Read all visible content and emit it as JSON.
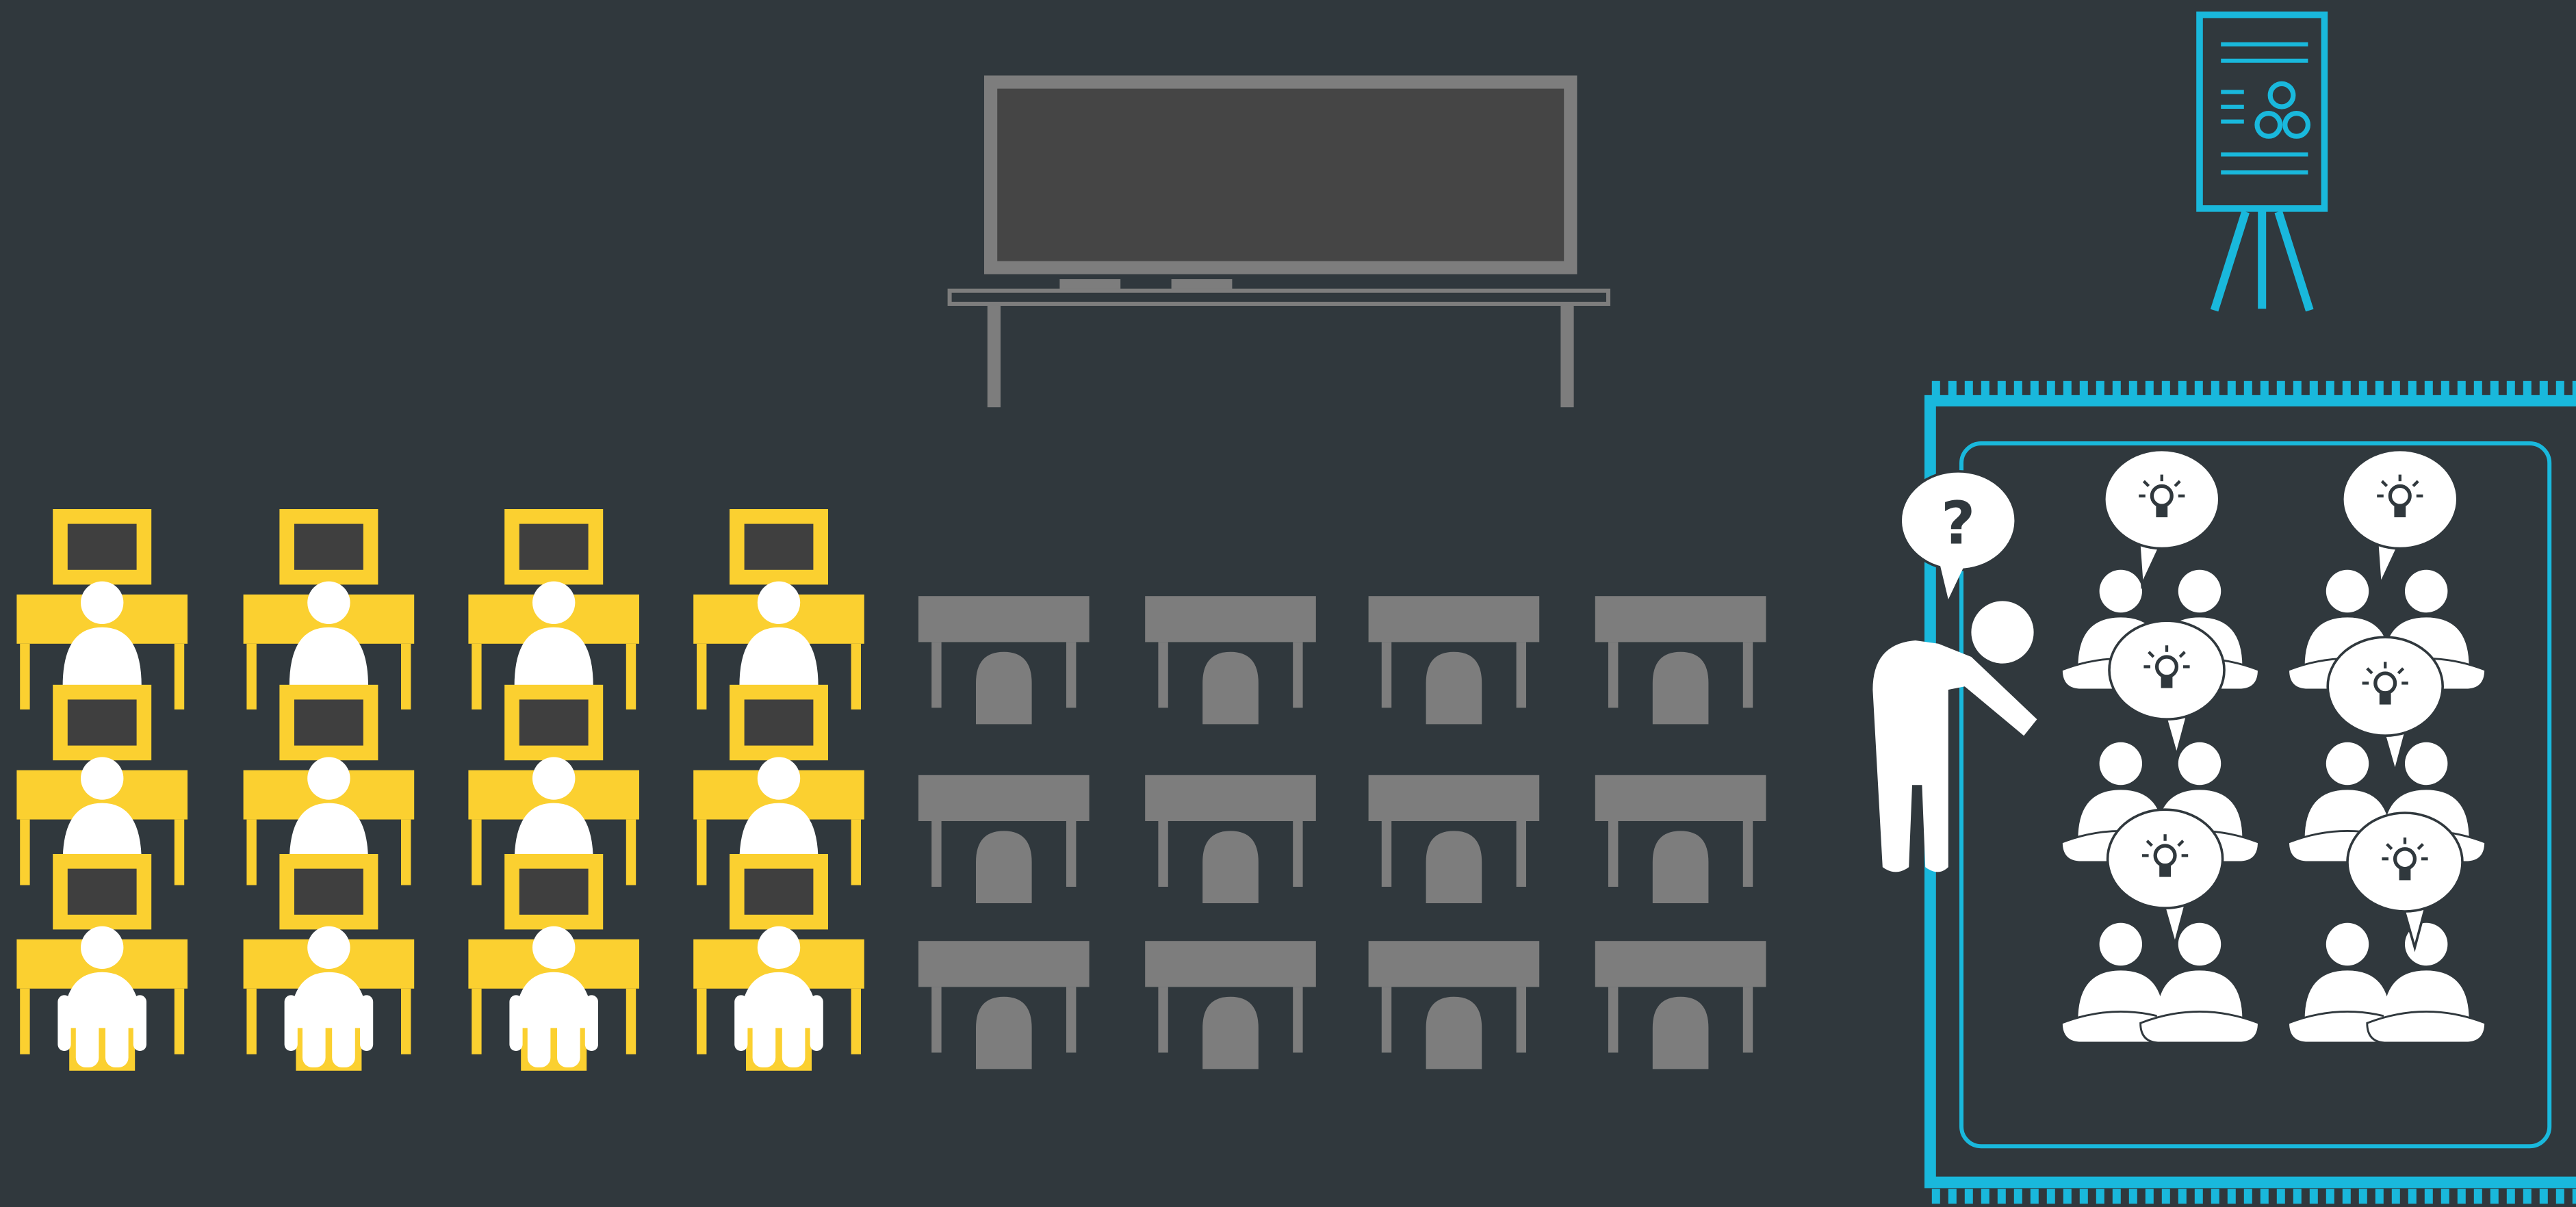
{
  "scene": {
    "background": "#30383d",
    "colors": {
      "gray": "#7d7d7d",
      "board_fill": "#454545",
      "yellow": "#fbd030",
      "screen": "#3f3f3f",
      "white": "#ffffff",
      "cyan": "#19b8dc",
      "dark_text": "#30383d"
    },
    "question_bubble": {
      "text": "?"
    },
    "icons": [
      "chalkboard-icon",
      "presentation-easel-icon",
      "student-at-computer-icon",
      "empty-desk-icon",
      "teacher-icon",
      "question-bubble-icon",
      "lightbulb-bubble-icon",
      "student-pair-icon",
      "rug-icon"
    ],
    "groups": {
      "computer_desks": {
        "rows": 3,
        "columns": 4
      },
      "empty_desks": {
        "rows": 3,
        "columns": 4
      },
      "student_pairs": {
        "rows": 3,
        "columns": 2
      },
      "idea_bubbles": 6
    }
  }
}
